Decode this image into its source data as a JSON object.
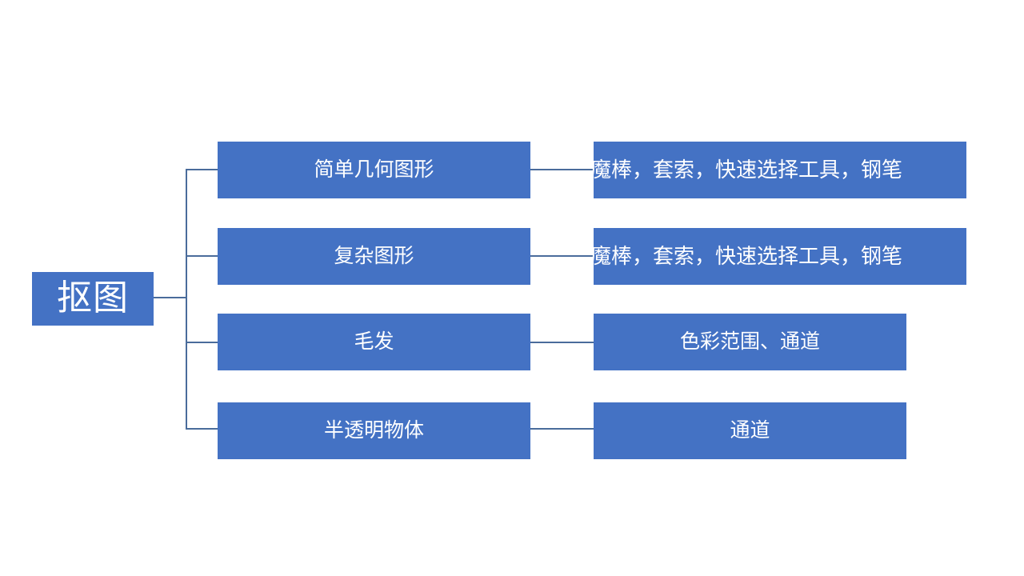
{
  "diagram": {
    "type": "hierarchy-tree",
    "orientation": "left-to-right",
    "colors": {
      "node_fill": "#4472C4",
      "node_text": "#FFFFFF",
      "connector": "#4A6C9B",
      "background": "#FFFFFF"
    },
    "root": {
      "label": "抠图"
    },
    "branches": [
      {
        "category": "简单几何图形",
        "tools": "魔棒，套索，快速选择工具，钢笔"
      },
      {
        "category": "复杂图形",
        "tools": "魔棒，套索，快速选择工具，钢笔"
      },
      {
        "category": "毛发",
        "tools": "色彩范围、通道"
      },
      {
        "category": "半透明物体",
        "tools": "通道"
      }
    ]
  }
}
